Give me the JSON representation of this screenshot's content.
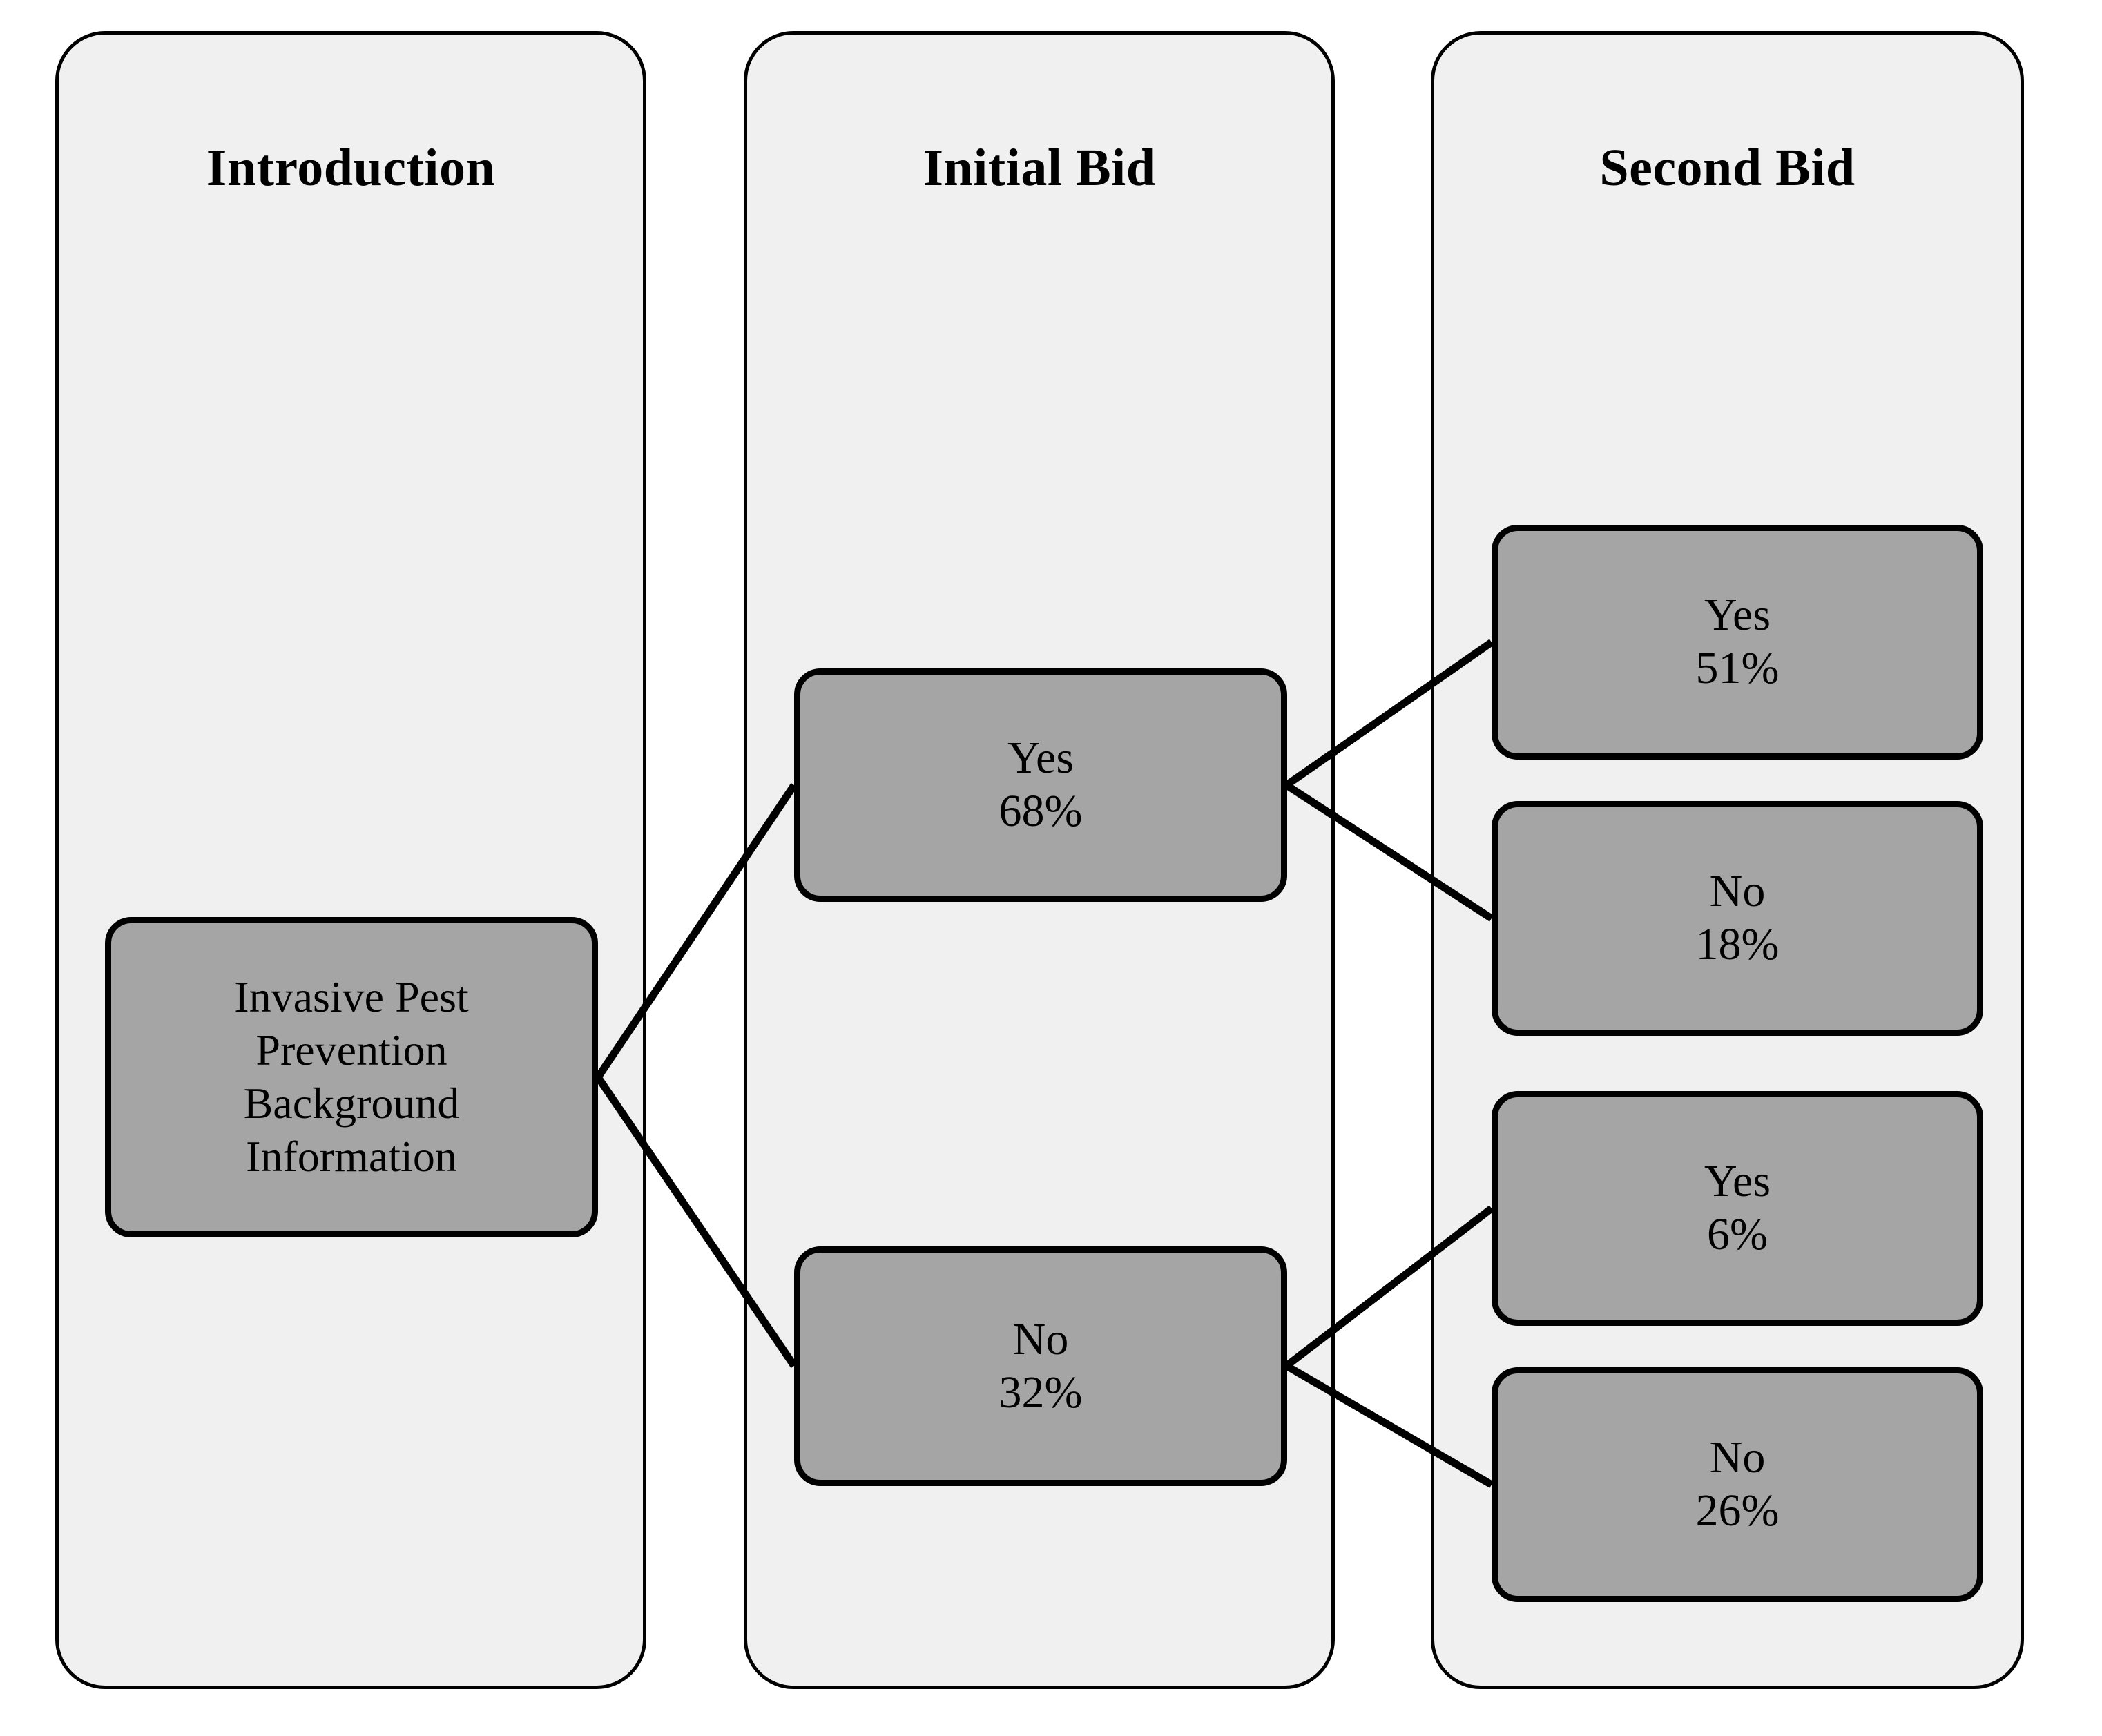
{
  "diagram": {
    "type": "flow-tree",
    "title_font_style": "bold-serif",
    "colors": {
      "panel_background": "#f0f0f0",
      "panel_border": "#000000",
      "node_fill": "#a5a5a5",
      "node_border": "#000000",
      "connector": "#000000",
      "page_background": "#ffffff",
      "text": "#000000"
    }
  },
  "columns": [
    {
      "id": "introduction",
      "title": "Introduction"
    },
    {
      "id": "initial_bid",
      "title": "Initial Bid"
    },
    {
      "id": "second_bid",
      "title": "Second Bid"
    }
  ],
  "nodes": {
    "intro": {
      "lines": [
        "Invasive Pest",
        "Prevention",
        "Background",
        "Information"
      ],
      "line1": "Invasive Pest",
      "line2": "Prevention",
      "line3": "Background",
      "line4": "Information"
    },
    "bid1_yes": {
      "label": "Yes",
      "percent": "68%"
    },
    "bid1_no": {
      "label": "No",
      "percent": "32%"
    },
    "bid2_yes_yes": {
      "label": "Yes",
      "percent": "51%"
    },
    "bid2_yes_no": {
      "label": "No",
      "percent": "18%"
    },
    "bid2_no_yes": {
      "label": "Yes",
      "percent": "6%"
    },
    "bid2_no_no": {
      "label": "No",
      "percent": "26%"
    }
  },
  "chart_data": {
    "type": "tree",
    "title": "",
    "stages": [
      "Introduction",
      "Initial Bid",
      "Second Bid"
    ],
    "root": "Invasive Pest Prevention Background Information",
    "branches": [
      {
        "stage": "Initial Bid",
        "answer": "Yes",
        "value": 68,
        "unit": "%",
        "children": [
          {
            "stage": "Second Bid",
            "answer": "Yes",
            "value": 51,
            "unit": "%"
          },
          {
            "stage": "Second Bid",
            "answer": "No",
            "value": 18,
            "unit": "%"
          }
        ]
      },
      {
        "stage": "Initial Bid",
        "answer": "No",
        "value": 32,
        "unit": "%",
        "children": [
          {
            "stage": "Second Bid",
            "answer": "Yes",
            "value": 6,
            "unit": "%"
          },
          {
            "stage": "Second Bid",
            "answer": "No",
            "value": 26,
            "unit": "%"
          }
        ]
      }
    ]
  }
}
